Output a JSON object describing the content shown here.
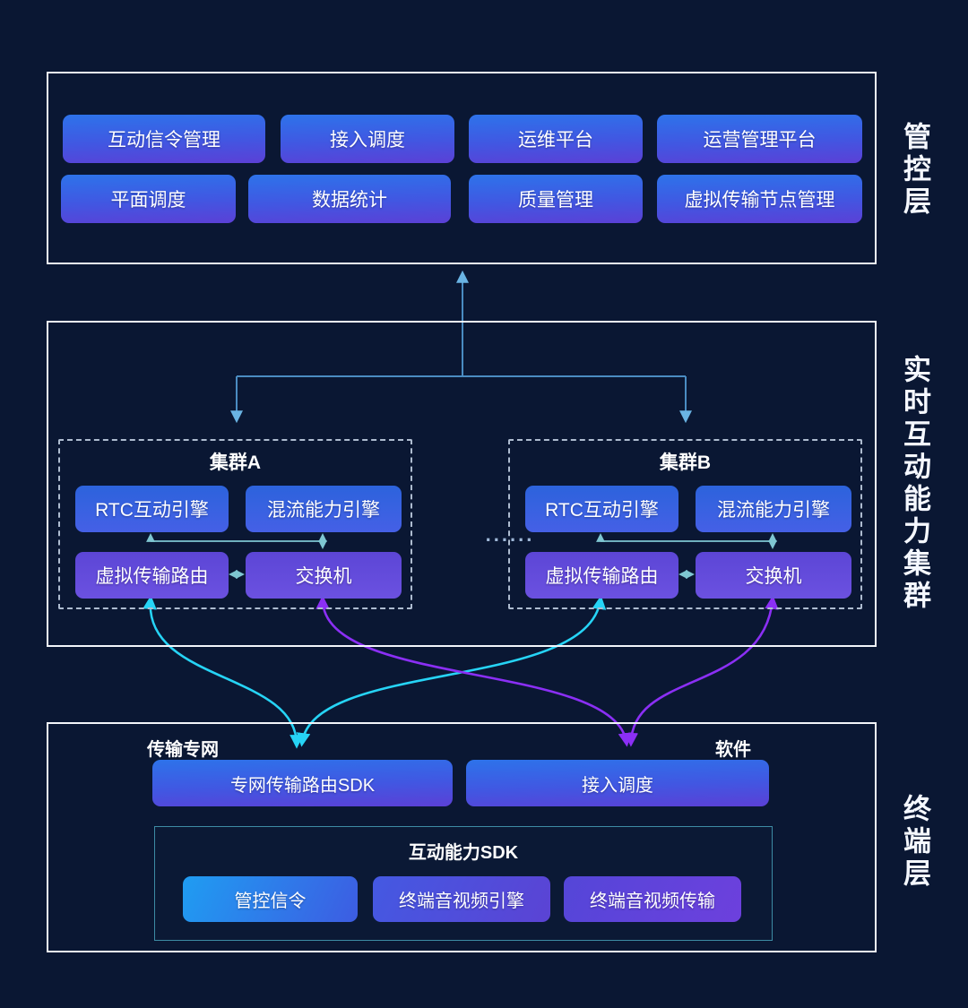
{
  "management": {
    "side_label": "管控层",
    "row1": [
      "互动信令管理",
      "接入调度",
      "运维平台",
      "运营管理平台"
    ],
    "row2": [
      "平面调度",
      "数据统计",
      "质量管理",
      "虚拟传输节点管理"
    ]
  },
  "cluster_layer": {
    "side_label": "实时互动能力集群",
    "ellipsis": "......",
    "cluster_a": {
      "title": "集群A",
      "rtc_engine": "RTC互动引擎",
      "mix_engine": "混流能力引擎",
      "virtual_route": "虚拟传输路由",
      "switch": "交换机"
    },
    "cluster_b": {
      "title": "集群B",
      "rtc_engine": "RTC互动引擎",
      "mix_engine": "混流能力引擎",
      "virtual_route": "虚拟传输路由",
      "switch": "交换机"
    }
  },
  "terminal": {
    "side_label": "终端层",
    "network_label": "传输专网",
    "software_label": "软件",
    "private_net_sdk": "专网传输路由SDK",
    "access_scheduling": "接入调度",
    "sdk_box": {
      "title": "互动能力SDK",
      "control_signaling": "管控信令",
      "av_engine": "终端音视频引擎",
      "av_transport": "终端音视频传输"
    }
  },
  "colors": {
    "background": "#0a1733",
    "frame_border": "#f2f5fa",
    "dashed_border": "#aebcd0",
    "inner_box_border": "#3d8ba4",
    "connector_blue": "#4a8cc2",
    "connector_teal": "#7ec6d2",
    "arrow_cyan": "#26d4f6",
    "arrow_purple": "#8b2ff5",
    "button_blue_top": "#2d73ea",
    "button_purple_bottom": "#5b40d6"
  }
}
